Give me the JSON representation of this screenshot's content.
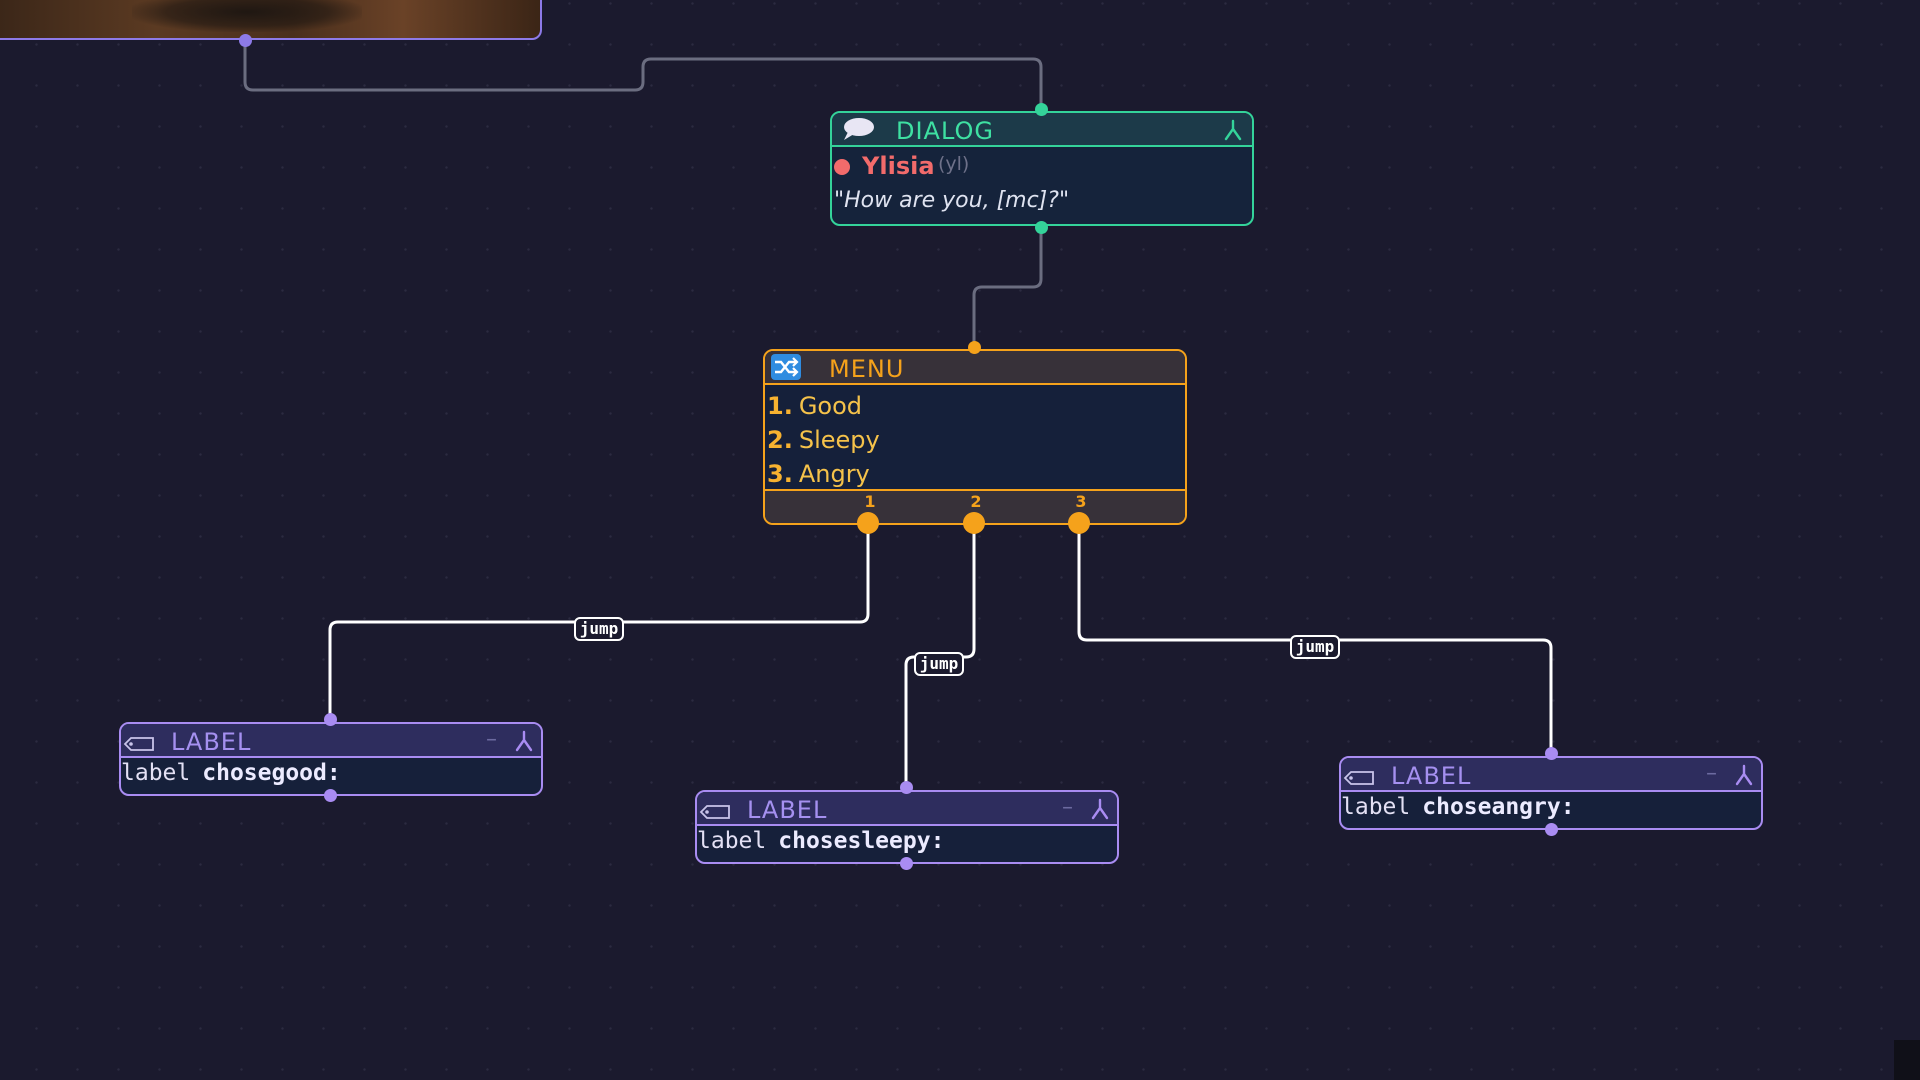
{
  "canvas": {
    "background": "#1b1a2e"
  },
  "image_node": {
    "border_color": "#8d7ae8",
    "port_color": "#8d7ae8"
  },
  "dialog_node": {
    "title": "DIALOG",
    "icon": "speech-bubble-icon",
    "action_icon": "fork-icon",
    "speaker_name": "Ylisia",
    "speaker_tag": "(yl)",
    "line": "\"How are you, [mc]?\"",
    "accent": "#34d39a",
    "speaker_color": "#f26b6b"
  },
  "menu_node": {
    "title": "MENU",
    "icon": "shuffle-icon",
    "accent": "#f5a21b",
    "options": [
      {
        "num": "1.",
        "text": "Good"
      },
      {
        "num": "2.",
        "text": "Sleepy"
      },
      {
        "num": "3.",
        "text": "Angry"
      }
    ],
    "outputs": [
      "1",
      "2",
      "3"
    ]
  },
  "label_nodes": [
    {
      "title": "LABEL",
      "keyword": "label",
      "name": "chosegood:",
      "minus": "–"
    },
    {
      "title": "LABEL",
      "keyword": "label",
      "name": "chosesleepy:",
      "minus": "–"
    },
    {
      "title": "LABEL",
      "keyword": "label",
      "name": "choseangry:",
      "minus": "–"
    }
  ],
  "label_accent": "#a98cf2",
  "connections": {
    "jump_label": "jump",
    "jump_color": "#ffffff",
    "flow_color": "#6b6d80"
  }
}
